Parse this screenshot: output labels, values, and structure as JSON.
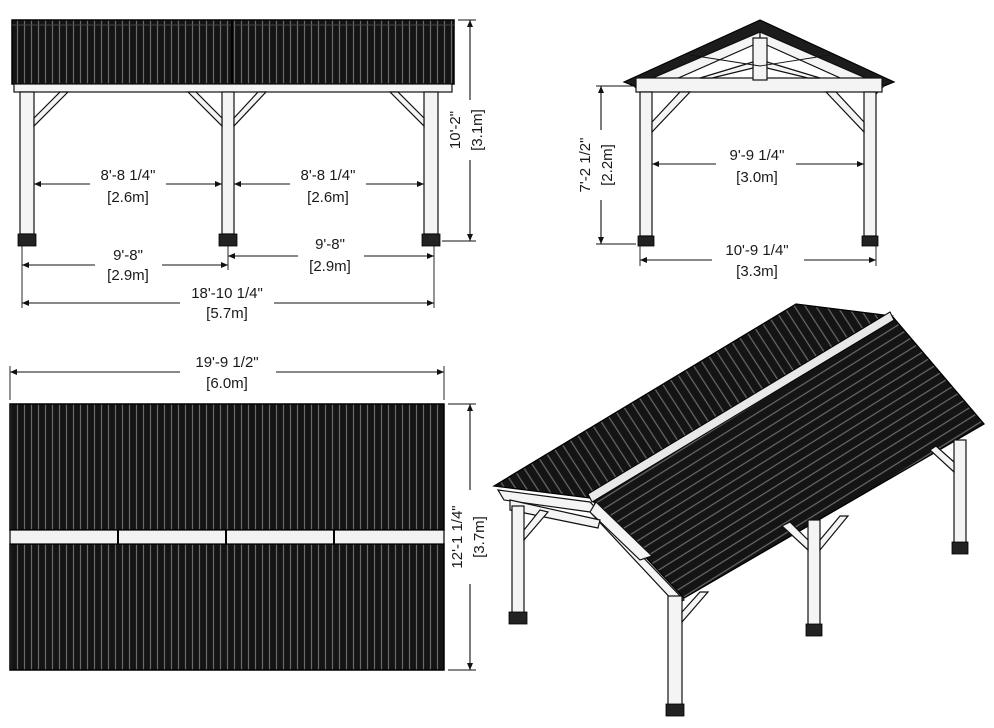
{
  "front_view": {
    "span_left_imperial": "8'-8 1/4\"",
    "span_left_metric": "[2.6m]",
    "span_right_imperial": "8'-8 1/4\"",
    "span_right_metric": "[2.6m]",
    "post_left_imperial": "9'-8\"",
    "post_left_metric": "[2.9m]",
    "post_right_imperial": "9'-8\"",
    "post_right_metric": "[2.9m]",
    "overall_imperial": "18'-10 1/4\"",
    "overall_metric": "[5.7m]",
    "height_imperial": "10'-2\"",
    "height_metric": "[3.1m]"
  },
  "side_view": {
    "height_imperial": "7'-2 1/2\"",
    "height_metric": "[2.2m]",
    "inner_imperial": "9'-9 1/4\"",
    "inner_metric": "[3.0m]",
    "outer_imperial": "10'-9 1/4\"",
    "outer_metric": "[3.3m]"
  },
  "top_view": {
    "length_imperial": "19'-9 1/2\"",
    "length_metric": "[6.0m]",
    "width_imperial": "12'-1 1/4\"",
    "width_metric": "[3.7m]"
  },
  "colors": {
    "roof": "#141414",
    "wood": "#f4f4f4",
    "line": "#111111"
  }
}
